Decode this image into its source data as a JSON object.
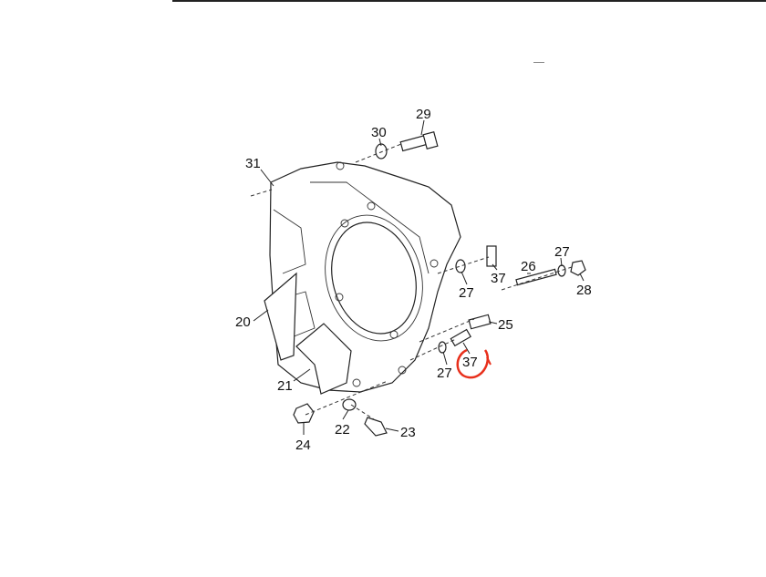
{
  "diagram": {
    "callouts": [
      "29",
      "30",
      "31",
      "27",
      "37",
      "26",
      "27",
      "28",
      "20",
      "25",
      "27",
      "37",
      "21",
      "22",
      "23",
      "24"
    ],
    "highlight_color": "#e8301c",
    "highlighted_callout": "37"
  }
}
